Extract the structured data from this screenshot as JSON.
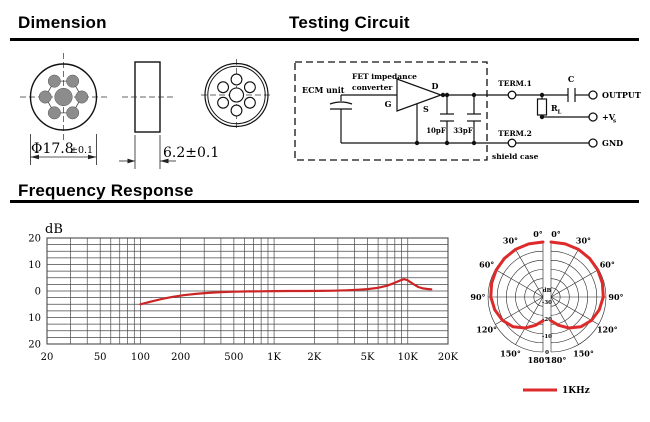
{
  "headers": {
    "dimension": "Dimension",
    "testing_circuit": "Testing Circuit",
    "frequency_response": "Frequency Response"
  },
  "dimension": {
    "diameter": "Φ17.8",
    "diameter_tol": "±0.1",
    "thickness": "6.2±0.1"
  },
  "circuit": {
    "ecm_unit": "ECM unit",
    "fet_label_line1": "FET impedance",
    "fet_label_line2": "converter",
    "gate": "G",
    "drain": "D",
    "source": "S",
    "cap1": "10pF",
    "cap2": "33pF",
    "term1": "TERM.1",
    "term2": "TERM.2",
    "coupling_cap": "C",
    "load_resistor": "R",
    "load_resistor_sub": "L",
    "output": "OUTPUT",
    "vs": "+V",
    "vs_sub": "s",
    "gnd": "GND",
    "shield": "shield case"
  },
  "colors": {
    "ink": "#000000",
    "grid": "#4a4a4a",
    "dot_gray": "#8c8c8c",
    "curve_red": "#cc2525",
    "polar_red": "#dd2a2a"
  },
  "chart_data": [
    {
      "type": "line",
      "title": "Frequency Response",
      "ylabel": "dB",
      "x_scale": "log",
      "xlim": [
        20,
        20000
      ],
      "ylim": [
        -20,
        20
      ],
      "y_minor_step": 2.5,
      "grid": true,
      "x_ticks": [
        "20",
        "50",
        "100",
        "200",
        "500",
        "1K",
        "2K",
        "5K",
        "10K",
        "20K"
      ],
      "x_tick_values": [
        20,
        50,
        100,
        200,
        500,
        1000,
        2000,
        5000,
        10000,
        20000
      ],
      "y_tick_labels": [
        "20",
        "10",
        "0",
        "10",
        "20"
      ],
      "y_tick_values": [
        20,
        10,
        0,
        -10,
        -20
      ],
      "series": [
        {
          "name": "frequency-response",
          "color": "#cc2525",
          "points": [
            [
              100,
              -5
            ],
            [
              120,
              -4
            ],
            [
              145,
              -3
            ],
            [
              175,
              -2.2
            ],
            [
              210,
              -1.6
            ],
            [
              260,
              -1.1
            ],
            [
              320,
              -0.7
            ],
            [
              400,
              -0.4
            ],
            [
              500,
              -0.25
            ],
            [
              650,
              -0.15
            ],
            [
              800,
              -0.1
            ],
            [
              1000,
              -0.05
            ],
            [
              1300,
              0
            ],
            [
              1700,
              0
            ],
            [
              2200,
              0.05
            ],
            [
              2800,
              0.1
            ],
            [
              3500,
              0.25
            ],
            [
              4300,
              0.5
            ],
            [
              5000,
              0.7
            ],
            [
              6000,
              1.2
            ],
            [
              7000,
              2
            ],
            [
              8000,
              3.1
            ],
            [
              8800,
              4
            ],
            [
              9400,
              4.5
            ],
            [
              10000,
              4
            ],
            [
              11000,
              2.6
            ],
            [
              12000,
              1.5
            ],
            [
              13000,
              1
            ],
            [
              14000,
              0.75
            ],
            [
              15000,
              0.65
            ]
          ]
        }
      ]
    },
    {
      "type": "polar",
      "rings": 6,
      "db_range": [
        -30,
        0
      ],
      "angle_step_deg": 30,
      "angle_labels": [
        "0°",
        "30°",
        "60°",
        "90°",
        "120°",
        "150°",
        "180°"
      ],
      "radial_labels": [
        "dB",
        "-30",
        "-20",
        "-10",
        "0"
      ],
      "legend_position": "bottom",
      "series": [
        {
          "name": "1KHz",
          "color": "#dd2a2a",
          "points": [
            [
              0,
              0
            ],
            [
              15,
              0
            ],
            [
              30,
              0
            ],
            [
              45,
              -0.2
            ],
            [
              60,
              -0.5
            ],
            [
              75,
              -1
            ],
            [
              90,
              -1.5
            ],
            [
              105,
              -2.8
            ],
            [
              120,
              -4.5
            ],
            [
              135,
              -7
            ],
            [
              150,
              -10.5
            ],
            [
              165,
              -14
            ],
            [
              180,
              -17
            ]
          ]
        }
      ]
    }
  ]
}
